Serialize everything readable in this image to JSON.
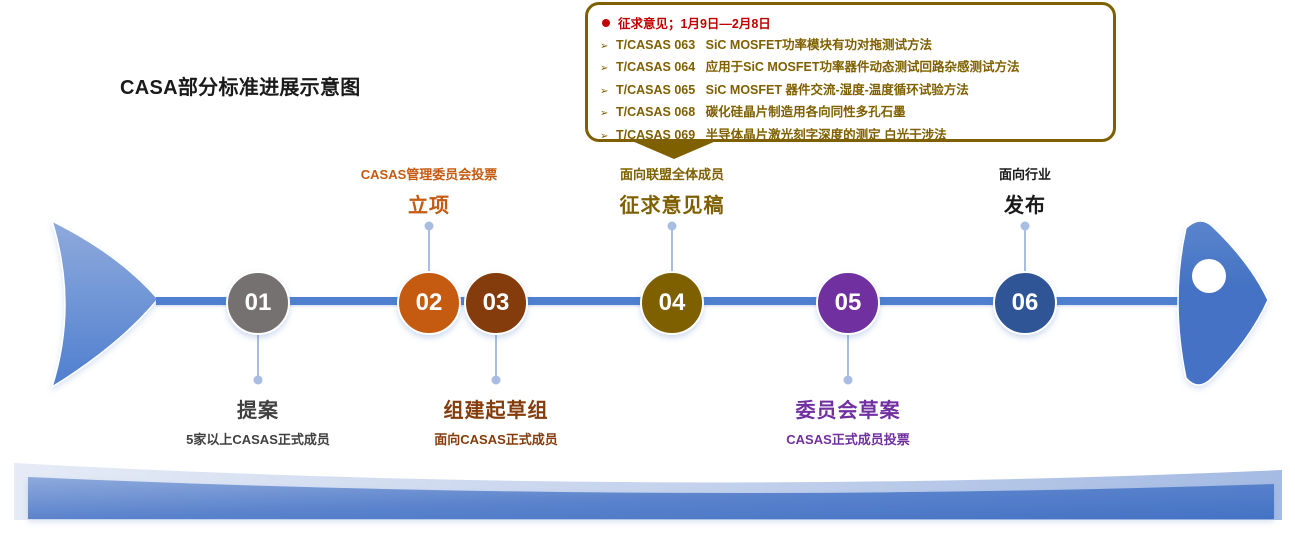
{
  "title": "CASA部分标准进展示意图",
  "callout": {
    "header": "征求意见；1月9日—2月8日",
    "items": [
      "T/CASAS 063   SiC MOSFET功率模块有功对拖测试方法",
      "T/CASAS 064   应用于SiC MOSFET功率器件动态测试回路杂感测试方法",
      "T/CASAS 065   SiC MOSFET 器件交流-湿度-温度循环试验方法",
      "T/CASAS 068   碳化硅晶片制造用各向同性多孔石墨",
      "T/CASAS 069   半导体晶片激光刻字深度的测定 白光干涉法"
    ],
    "bullet_icon": "arrow-bullet-icon",
    "header_icon": "red-dot-icon",
    "color": "#7f6000",
    "header_color": "#c00000"
  },
  "steps": [
    {
      "number": "01",
      "title": "提案",
      "subtitle": "5家以上CASAS正式成员",
      "position": "below",
      "color": "#767171",
      "text_color": "#404040"
    },
    {
      "number": "02",
      "title": "立项",
      "subtitle": "CASAS管理委员会投票",
      "position": "above",
      "color": "#c55a11",
      "text_color": "#c55a11"
    },
    {
      "number": "03",
      "title": "组建起草组",
      "subtitle": "面向CASAS正式成员",
      "position": "below",
      "color": "#843c0c",
      "text_color": "#843c0c"
    },
    {
      "number": "04",
      "title": "征求意见稿",
      "subtitle": "面向联盟全体成员",
      "position": "above",
      "color": "#7f6000",
      "text_color": "#7f6000"
    },
    {
      "number": "05",
      "title": "委员会草案",
      "subtitle": "CASAS正式成员投票",
      "position": "below",
      "color": "#7030a0",
      "text_color": "#7030a0"
    },
    {
      "number": "06",
      "title": "发布",
      "subtitle": "面向行业",
      "position": "above",
      "color": "#2f5597",
      "text_color": "#1a1a1a"
    }
  ],
  "spine_color": "#4472c4"
}
